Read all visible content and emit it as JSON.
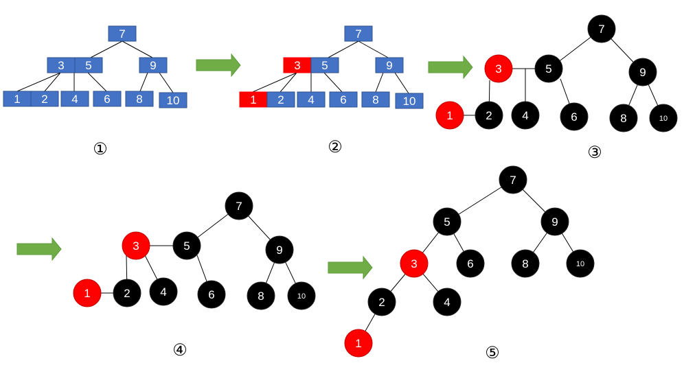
{
  "colors": {
    "box_fill": "#4472C4",
    "box_stroke": "#2F528F",
    "highlight": "#FF0000",
    "black_node": "#000000",
    "red_node": "#FF0000",
    "arrow_fill": "#70AD47",
    "arrow_stroke": "#5B9A3A",
    "edge": "#000000",
    "label_on_dark": "#FFFFFF",
    "step_label": "#000000"
  },
  "step_labels": [
    "①",
    "②",
    "③",
    "④",
    "⑤"
  ],
  "stage1": {
    "root": "7",
    "left_node": [
      "3",
      "5"
    ],
    "right_node": "9",
    "leaves": [
      "1",
      "2",
      "4",
      "6",
      "8",
      "10"
    ]
  },
  "stage2": {
    "root": "7",
    "left_node": [
      "3",
      "5"
    ],
    "right_node": "9",
    "leaves": [
      "1",
      "2",
      "4",
      "6",
      "8",
      "10"
    ],
    "red_items": [
      "3",
      "1"
    ]
  },
  "stage3": {
    "nodes": [
      {
        "label": "7",
        "color": "black"
      },
      {
        "label": "3",
        "color": "red"
      },
      {
        "label": "5",
        "color": "black"
      },
      {
        "label": "9",
        "color": "black"
      },
      {
        "label": "1",
        "color": "red"
      },
      {
        "label": "2",
        "color": "black"
      },
      {
        "label": "4",
        "color": "black"
      },
      {
        "label": "6",
        "color": "black"
      },
      {
        "label": "8",
        "color": "black"
      },
      {
        "label": "10",
        "color": "black"
      }
    ]
  },
  "stage4": {
    "nodes": [
      {
        "label": "7",
        "color": "black"
      },
      {
        "label": "3",
        "color": "red"
      },
      {
        "label": "5",
        "color": "black"
      },
      {
        "label": "9",
        "color": "black"
      },
      {
        "label": "1",
        "color": "red"
      },
      {
        "label": "2",
        "color": "black"
      },
      {
        "label": "4",
        "color": "black"
      },
      {
        "label": "6",
        "color": "black"
      },
      {
        "label": "8",
        "color": "black"
      },
      {
        "label": "10",
        "color": "black"
      }
    ]
  },
  "stage5": {
    "nodes": [
      {
        "label": "7",
        "color": "black"
      },
      {
        "label": "5",
        "color": "black"
      },
      {
        "label": "9",
        "color": "black"
      },
      {
        "label": "3",
        "color": "red"
      },
      {
        "label": "6",
        "color": "black"
      },
      {
        "label": "8",
        "color": "black"
      },
      {
        "label": "10",
        "color": "black"
      },
      {
        "label": "2",
        "color": "black"
      },
      {
        "label": "4",
        "color": "black"
      },
      {
        "label": "1",
        "color": "red"
      }
    ]
  }
}
